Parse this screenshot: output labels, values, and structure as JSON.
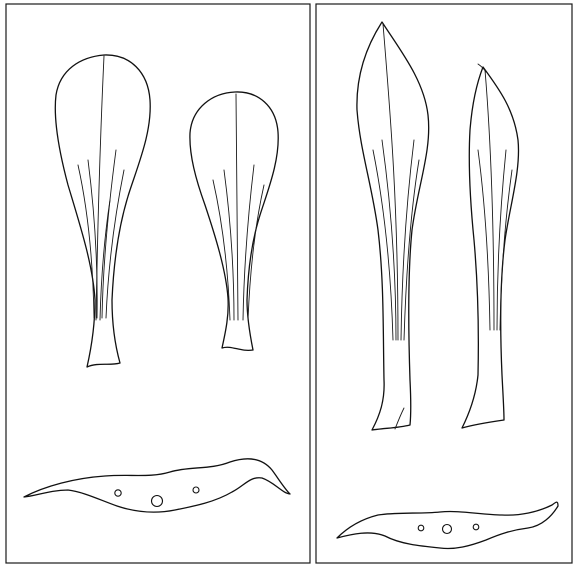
{
  "figure": {
    "panels": [
      {
        "id": "panel-left",
        "leaves": [
          "broad-petiolate-leaf-large",
          "broad-petiolate-leaf-small"
        ],
        "cross_section": {
          "vascular_bundles": 3
        }
      },
      {
        "id": "panel-right",
        "leaves": [
          "lanceolate-leaf-large",
          "lanceolate-leaf-small"
        ],
        "cross_section": {
          "vascular_bundles": 3
        }
      }
    ],
    "line_color": "#111111",
    "background_color": "#ffffff"
  }
}
